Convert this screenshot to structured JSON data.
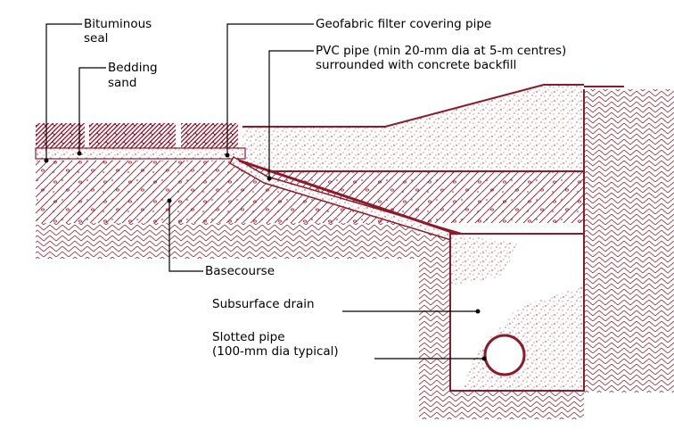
{
  "diagram": {
    "labels": {
      "bituminous_seal_line1": "Bituminous",
      "bituminous_seal_line2": "seal",
      "bedding_sand_line1": "Bedding",
      "bedding_sand_line2": "sand",
      "geofabric": "Geofabric filter covering pipe",
      "pvc_pipe_line1": "PVC pipe (min 20-mm dia at 5-m centres)",
      "pvc_pipe_line2": "surrounded with concrete backfill",
      "basecourse": "Basecourse",
      "subsurface_drain": "Subsurface drain",
      "slotted_pipe_line1": "Slotted pipe",
      "slotted_pipe_line2": "(100-mm dia typical)"
    },
    "colors": {
      "line": "#8b1a2b",
      "pavers": "#9b1b30",
      "label": "#000000",
      "background": "#ffffff"
    }
  }
}
